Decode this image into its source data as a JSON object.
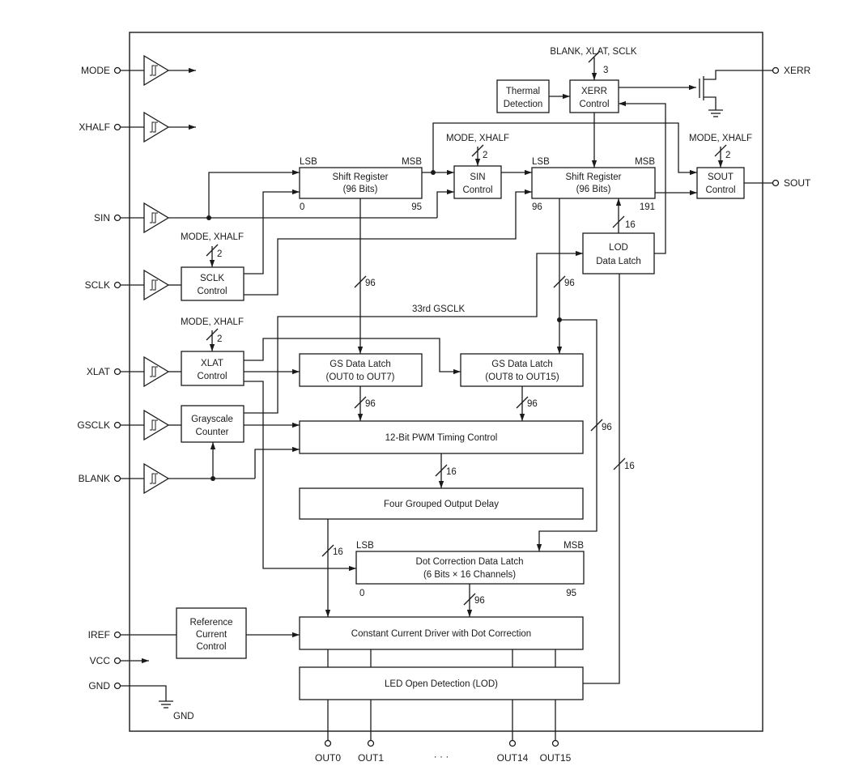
{
  "pins": {
    "mode": "MODE",
    "xhalf": "XHALF",
    "sin": "SIN",
    "sclk": "SCLK",
    "xlat": "XLAT",
    "gsclk": "GSCLK",
    "blank": "BLANK",
    "iref": "IREF",
    "vcc": "VCC",
    "gnd": "GND",
    "xerr": "XERR",
    "sout": "SOUT",
    "out0": "OUT0",
    "out1": "OUT1",
    "out14": "OUT14",
    "out15": "OUT15",
    "ellipsis": "· · ·"
  },
  "blocks": {
    "thermal": [
      "Thermal",
      "Detection"
    ],
    "xerr_ctrl": [
      "XERR",
      "Control"
    ],
    "shift_reg_1": [
      "Shift Register",
      "(96 Bits)"
    ],
    "sin_ctrl": [
      "SIN",
      "Control"
    ],
    "shift_reg_2": [
      "Shift Register",
      "(96 Bits)"
    ],
    "sout_ctrl": [
      "SOUT",
      "Control"
    ],
    "sclk_ctrl": [
      "SCLK",
      "Control"
    ],
    "lod_latch": [
      "LOD",
      "Data Latch"
    ],
    "xlat_ctrl": [
      "XLAT",
      "Control"
    ],
    "gs_latch_1": [
      "GS Data Latch",
      "(OUT0 to OUT7)"
    ],
    "gs_latch_2": [
      "GS Data Latch",
      "(OUT8 to OUT15)"
    ],
    "gs_counter": [
      "Grayscale",
      "Counter"
    ],
    "pwm": "12-Bit PWM Timing Control",
    "delay": "Four Grouped Output Delay",
    "dc_latch": [
      "Dot Correction Data Latch",
      "(6 Bits × 16 Channels)"
    ],
    "ref_ctrl": [
      "Reference",
      "Current",
      "Control"
    ],
    "ccd": "Constant Current Driver with Dot Correction",
    "lod": "LED Open Detection (LOD)"
  },
  "labels": {
    "blank_xlat_sclk": "BLANK, XLAT, SCLK",
    "mode_xhalf": "MODE, XHALF",
    "lsb": "LSB",
    "msb": "MSB",
    "b0": "0",
    "b95": "95",
    "b96": "96",
    "b191": "191",
    "bus3": "3",
    "bus2": "2",
    "bus16": "16",
    "bus96": "96",
    "gsclk33": "33rd GSCLK",
    "gnd_sym": "GND"
  }
}
